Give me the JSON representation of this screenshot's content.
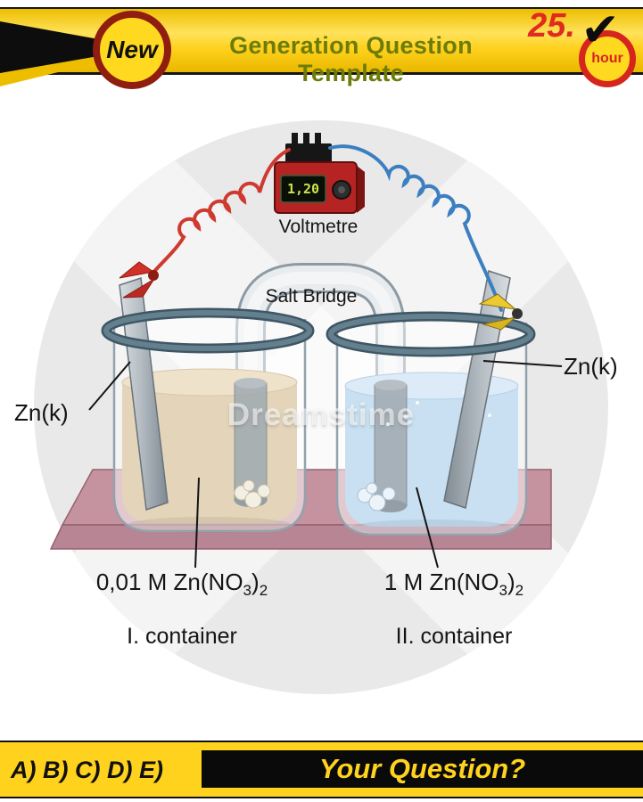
{
  "banner": {
    "badge": "New",
    "title": "Generation Question Template",
    "time_value": "25.",
    "time_unit": "hour",
    "check_icon": "✔"
  },
  "diagram": {
    "voltmeter": {
      "reading": "1,20",
      "label": "Voltmetre"
    },
    "salt_bridge": "Salt Bridge",
    "left_electrode": "Zn(k)",
    "right_electrode": "Zn(k)",
    "left_solution": {
      "prefix": "0,01 M Zn(NO",
      "sub_a": "3",
      "mid": ")",
      "sub_b": "2"
    },
    "right_solution": {
      "prefix": "1 M Zn(NO",
      "sub_a": "3",
      "mid": ")",
      "sub_b": "2"
    },
    "left_container": "I. container",
    "right_container": "II. container"
  },
  "footer": {
    "options": "A) B) C) D) E)",
    "question": "Your Question?"
  },
  "watermark": "Dreamstime",
  "colors": {
    "banner_yellow": "#ffd21e",
    "accent_red": "#d6251d",
    "title_olive": "#6d7c08",
    "solution_left_tan": "#e4d5ba",
    "solution_right_blue": "#c8e0f1",
    "platform_pink": "#c5939f",
    "rim_slate": "#4e6675",
    "wire_red": "#cf3a30",
    "wire_blue": "#3c7fc0",
    "voltmeter_red": "#b52323",
    "display_digits_green": "#cde34c"
  }
}
